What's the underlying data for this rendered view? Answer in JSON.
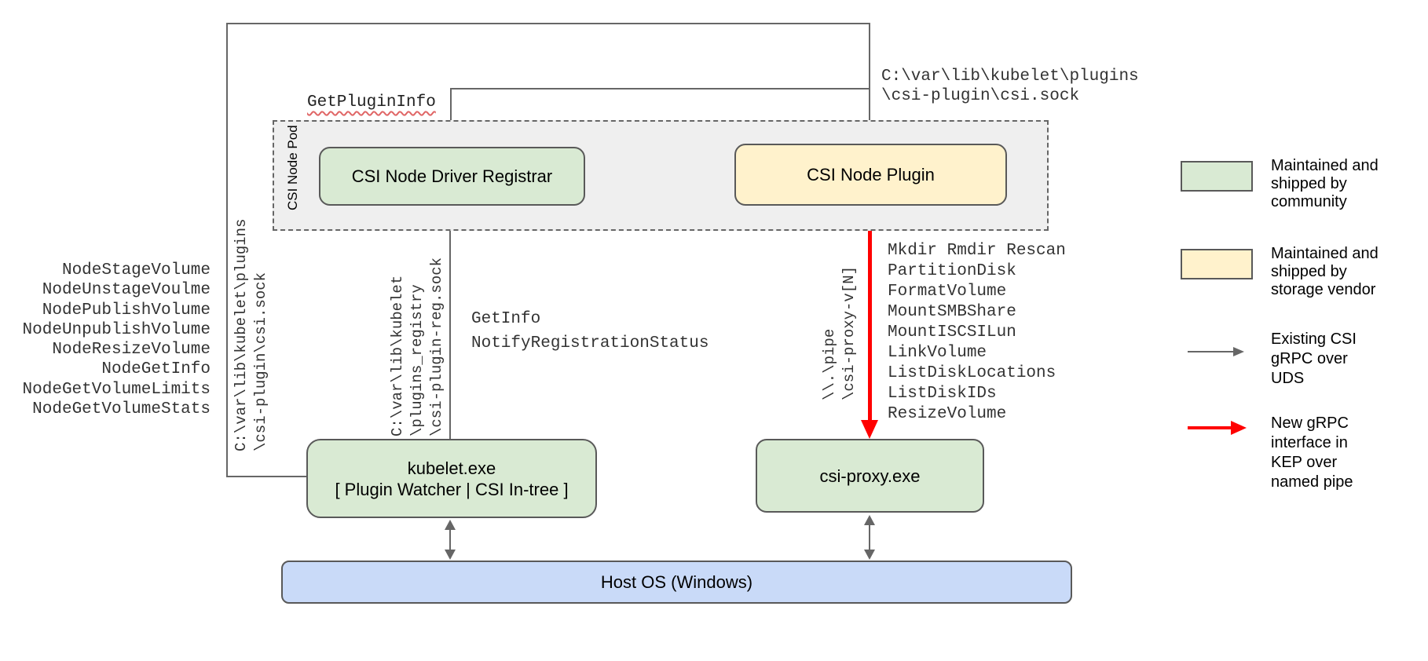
{
  "diagram": {
    "nodes": {
      "pod_label": "CSI Node Pod",
      "registrar": "CSI Node Driver Registrar",
      "plugin": "CSI Node Plugin",
      "kubelet": "kubelet.exe\n[ Plugin Watcher | CSI In-tree ]",
      "proxy": "csi-proxy.exe",
      "host": "Host OS (Windows)"
    },
    "labels": {
      "get_plugin_info": "GetPluginInfo",
      "csi_sock_top": "C:\\var\\lib\\kubelet\\plugins\n\\csi-plugin\\csi.sock",
      "csi_sock_left": "C:\\var\\lib\\kubelet\\plugins\n\\csi-plugin\\csi.sock",
      "registry_sock": "C:\\var\\lib\\kubelet\n\\plugins_registry\n\\csi-plugin-reg.sock",
      "named_pipe": "\\\\.\\pipe\n\\csi-proxy-v[N]",
      "registration_calls": "GetInfo\nNotifyRegistrationStatus"
    },
    "kubelet_node_calls": [
      "NodeStageVolume",
      "NodeUnstageVoulme",
      "NodePublishVolume",
      "NodeUnpublishVolume",
      "NodeResizeVolume",
      "NodeGetInfo",
      "NodeGetVolumeLimits",
      "NodeGetVolumeStats"
    ],
    "proxy_calls": [
      "Mkdir Rmdir Rescan",
      "PartitionDisk",
      "FormatVolume",
      "MountSMBShare",
      "MountISCSILun",
      "LinkVolume",
      "ListDiskLocations",
      "ListDiskIDs",
      "ResizeVolume"
    ]
  },
  "legend": {
    "community": "Maintained and\nshipped by\ncommunity",
    "vendor": "Maintained and\nshipped by\nstorage vendor",
    "existing": "Existing CSI\ngRPC over\nUDS",
    "new": "New gRPC\ninterface in\nKEP over\nnamed pipe"
  },
  "colors": {
    "community_green": "#d9ead3",
    "vendor_yellow": "#fff2cc",
    "host_blue": "#c9daf8",
    "pod_gray": "#efefef",
    "line_gray": "#666666",
    "new_grpc_red": "#ff0000",
    "squiggle_red": "#e06666"
  }
}
